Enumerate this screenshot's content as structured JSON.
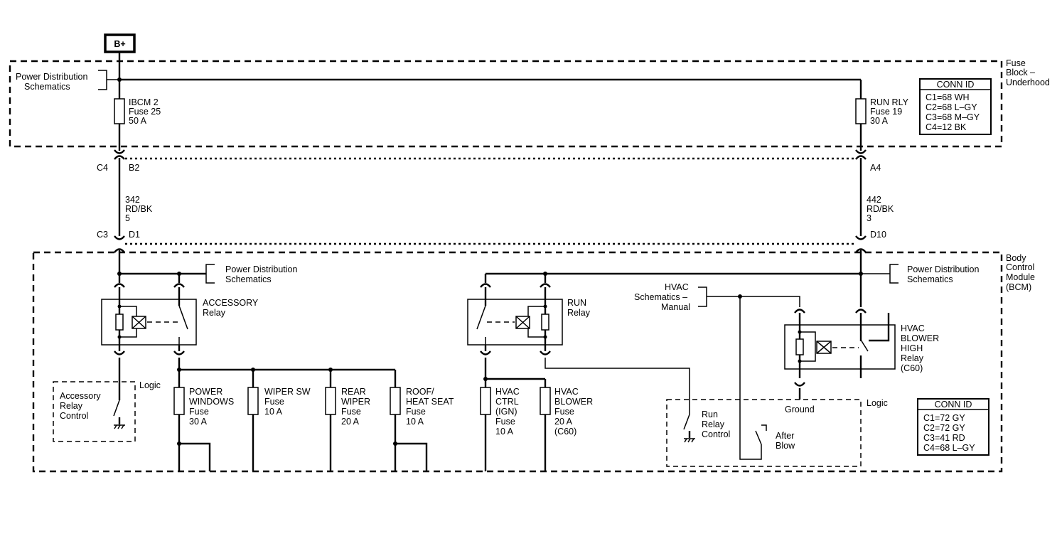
{
  "battery": "B+",
  "modules": {
    "fuse_block": [
      "Fuse",
      "Block –",
      "Underhood"
    ],
    "bcm": [
      "Body",
      "Control",
      "Module",
      "(BCM)"
    ]
  },
  "refs": {
    "pds_top": [
      "Power Distribution",
      "Schematics"
    ],
    "pds_bcm_left": [
      "Power Distribution",
      "Schematics"
    ],
    "pds_bcm_right": [
      "Power Distribution",
      "Schematics"
    ],
    "hvac_manual": [
      "HVAC",
      "Schematics –",
      "Manual"
    ]
  },
  "fuse_block_fuses": [
    {
      "name": "IBCM 2",
      "fuse": "Fuse 25",
      "rating": "50 A"
    },
    {
      "name": "RUN RLY",
      "fuse": "Fuse 19",
      "rating": "30 A"
    }
  ],
  "conn_fuse_block": {
    "title": "CONN ID",
    "lines": [
      "C1=68 WH",
      "C2=68 L–GY",
      "C3=68 M–GY",
      "C4=12 BK"
    ]
  },
  "conn_bcm": {
    "title": "CONN ID",
    "lines": [
      "C1=72 GY",
      "C2=72 GY",
      "C3=41 RD",
      "C4=68 L–GY"
    ]
  },
  "pins": {
    "c4": "C4",
    "b2": "B2",
    "a4": "A4",
    "c3": "C3",
    "d1": "D1",
    "d10": "D10"
  },
  "wires": {
    "left": [
      "342",
      "RD/BK",
      "5"
    ],
    "right": [
      "442",
      "RD/BK",
      "3"
    ]
  },
  "relays": {
    "accessory": [
      "ACCESSORY",
      "Relay"
    ],
    "run": [
      "RUN",
      "Relay"
    ],
    "hvac": [
      "HVAC",
      "BLOWER",
      "HIGH",
      "Relay",
      "(C60)"
    ]
  },
  "logic": {
    "acc_label": "Logic",
    "acc_control": [
      "Accessory",
      "Relay",
      "Control"
    ],
    "run_label": "Logic",
    "run_control": [
      "Run",
      "Relay",
      "Control"
    ],
    "ground": "Ground",
    "after_blow": [
      "After",
      "Blow"
    ]
  },
  "bcm_fuses": [
    {
      "lines": [
        "POWER",
        "WINDOWS"
      ],
      "fuse": "Fuse",
      "rating": "30 A"
    },
    {
      "lines": [
        "WIPER SW"
      ],
      "fuse": "Fuse",
      "rating": "10 A"
    },
    {
      "lines": [
        "REAR",
        "WIPER"
      ],
      "fuse": "Fuse",
      "rating": "20 A"
    },
    {
      "lines": [
        "ROOF/",
        "HEAT SEAT"
      ],
      "fuse": "Fuse",
      "rating": "10 A"
    },
    {
      "lines": [
        "HVAC",
        "CTRL",
        "(IGN)"
      ],
      "fuse": "Fuse",
      "rating": "10 A"
    },
    {
      "lines": [
        "HVAC",
        "BLOWER"
      ],
      "fuse": "Fuse",
      "rating": "20 A",
      "extra": "(C60)"
    }
  ]
}
